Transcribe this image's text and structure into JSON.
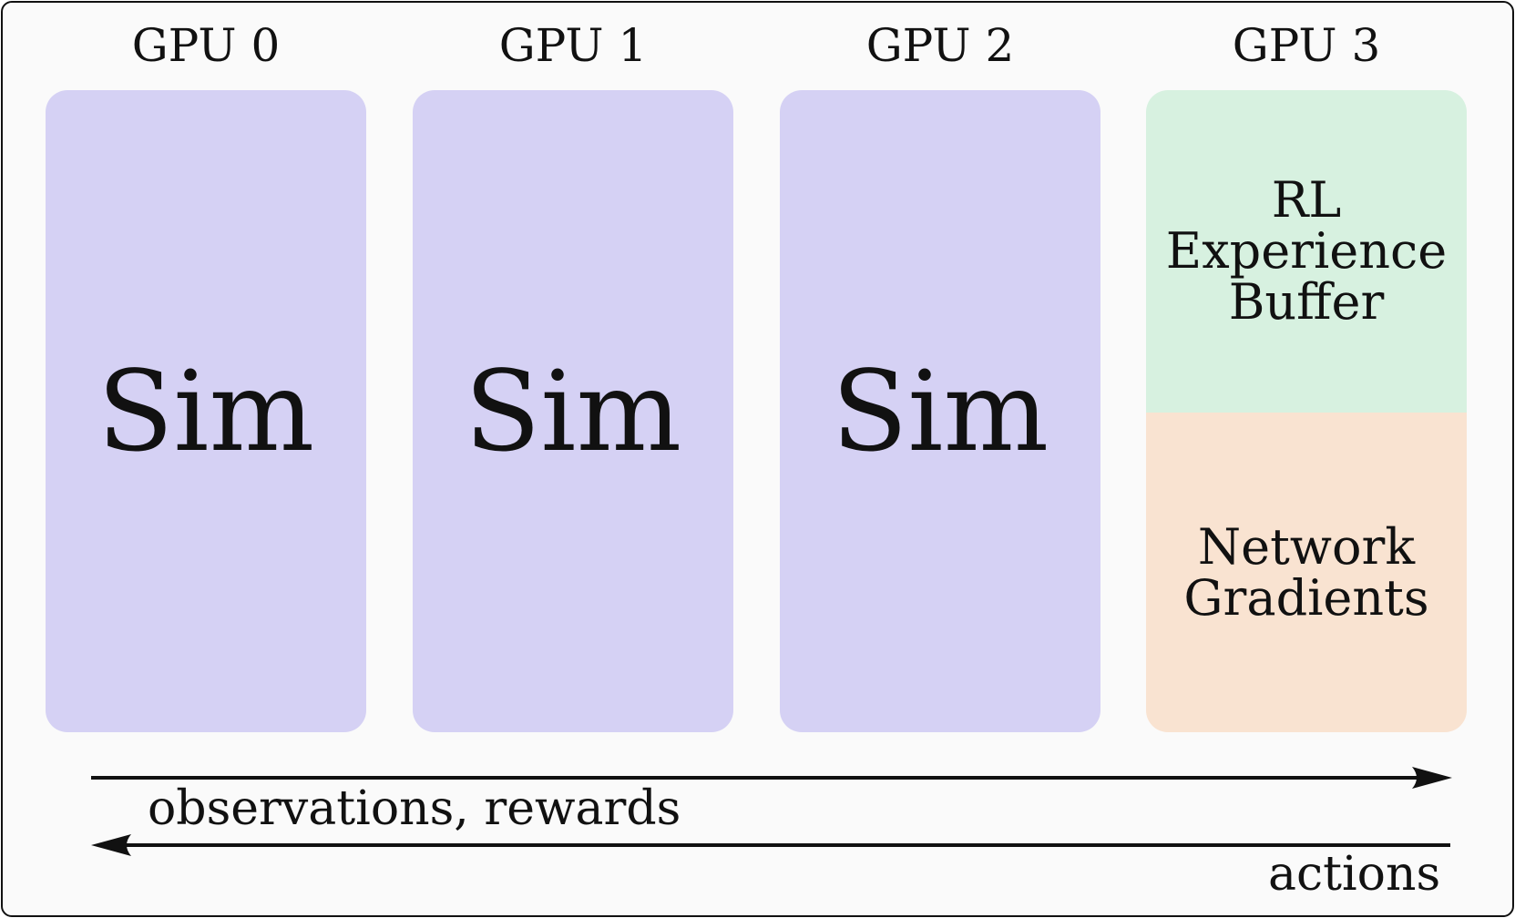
{
  "gpus": [
    {
      "label": "GPU 0",
      "content": "Sim"
    },
    {
      "label": "GPU 1",
      "content": "Sim"
    },
    {
      "label": "GPU 2",
      "content": "Sim"
    },
    {
      "label": "GPU 3",
      "top": "RL\nExperience\nBuffer",
      "bottom": "Network\nGradients"
    }
  ],
  "arrows": {
    "forward_label": "observations, rewards",
    "backward_label": "actions"
  },
  "colors": {
    "sim_fill": "#d5d1f4",
    "buffer_fill": "#d7f1e0",
    "gradients_fill": "#f9e3d1",
    "stroke": "#111111"
  }
}
